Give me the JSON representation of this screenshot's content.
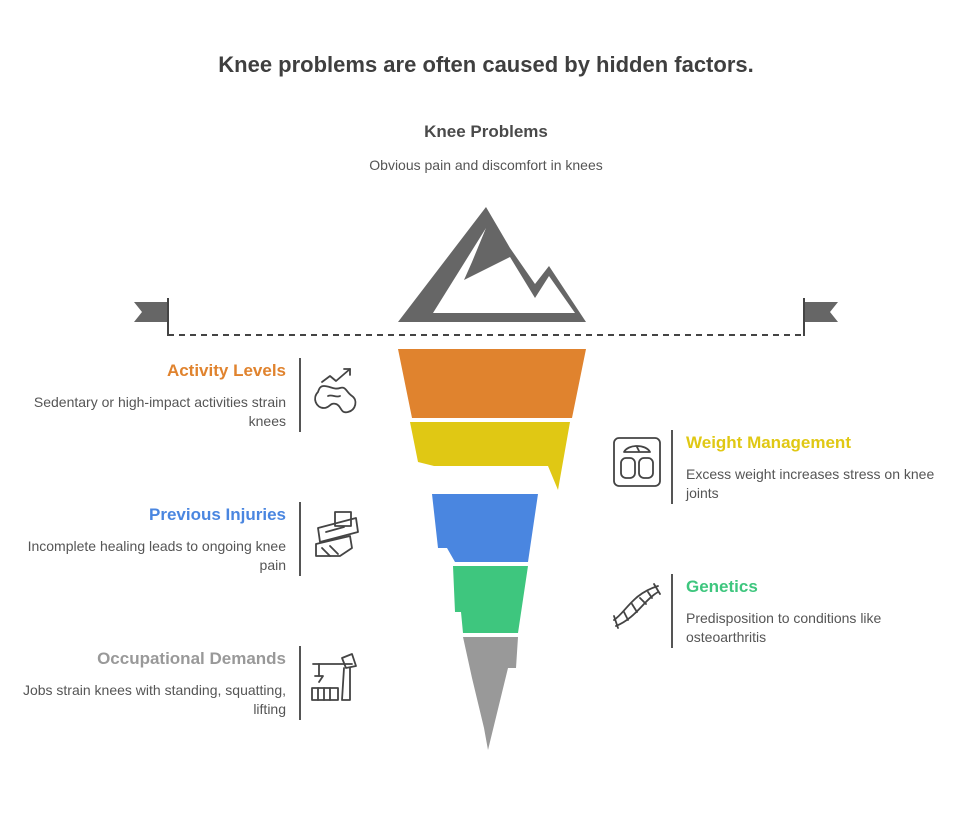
{
  "title": "Knee problems are often caused by hidden factors.",
  "top": {
    "title": "Knee Problems",
    "description": "Obvious pain and discomfort in knees"
  },
  "factors": {
    "activity": {
      "title": "Activity Levels",
      "description": "Sedentary or high-impact activities strain knees",
      "color": "#E0832E",
      "icon": "activity-trend-icon"
    },
    "weight": {
      "title": "Weight Management",
      "description": "Excess weight increases stress on knee joints",
      "color": "#E0C814",
      "icon": "weight-scale-icon"
    },
    "injuries": {
      "title": "Previous Injuries",
      "description": "Incomplete healing leads to ongoing knee pain",
      "color": "#4A86E0",
      "icon": "cast-injury-icon"
    },
    "genetics": {
      "title": "Genetics",
      "description": "Predisposition to conditions like osteoarthritis",
      "color": "#3EC67E",
      "icon": "dna-icon"
    },
    "occupational": {
      "title": "Occupational Demands",
      "description": "Jobs strain knees with standing, squatting, lifting",
      "color": "#999999",
      "icon": "crane-icon"
    }
  },
  "colors": {
    "peak": "#666666",
    "iceberg_tip": "#999999",
    "waterline": "#444444"
  }
}
